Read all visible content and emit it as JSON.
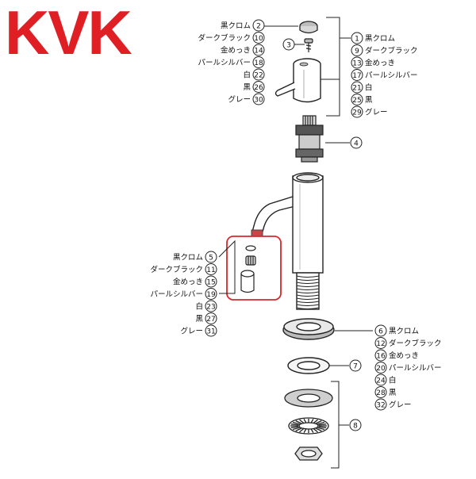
{
  "brand": {
    "logo_text": "KVK",
    "logo_color": "#e01f25",
    "highlight_color": "#d42a2a"
  },
  "groups": {
    "handle_cap": {
      "callouts": [
        {
          "num": "2",
          "label": "黒クロム"
        },
        {
          "num": "10",
          "label": "ダークブラック"
        },
        {
          "num": "14",
          "label": "金めっき"
        },
        {
          "num": "18",
          "label": "パールシルバー"
        },
        {
          "num": "22",
          "label": "白"
        },
        {
          "num": "26",
          "label": "黒"
        },
        {
          "num": "30",
          "label": "グレー"
        }
      ]
    },
    "screw": {
      "num": "3"
    },
    "handle": {
      "callouts": [
        {
          "num": "1",
          "label": "黒クロム"
        },
        {
          "num": "9",
          "label": "ダークブラック"
        },
        {
          "num": "13",
          "label": "金めっき"
        },
        {
          "num": "17",
          "label": "パールシルバー"
        },
        {
          "num": "21",
          "label": "白"
        },
        {
          "num": "25",
          "label": "黒"
        },
        {
          "num": "29",
          "label": "グレー"
        }
      ]
    },
    "cartridge": {
      "num": "4"
    },
    "spout_tip": {
      "callouts": [
        {
          "num": "5",
          "label": "黒クロム"
        },
        {
          "num": "11",
          "label": "ダークブラック"
        },
        {
          "num": "15",
          "label": "金めっき"
        },
        {
          "num": "19",
          "label": "パールシルバー"
        },
        {
          "num": "23",
          "label": "白"
        },
        {
          "num": "27",
          "label": "黒"
        },
        {
          "num": "31",
          "label": "グレー"
        }
      ]
    },
    "flange": {
      "callouts": [
        {
          "num": "6",
          "label": "黒クロム"
        },
        {
          "num": "12",
          "label": "ダークブラック"
        },
        {
          "num": "16",
          "label": "金めっき"
        },
        {
          "num": "20",
          "label": "パールシルバー"
        },
        {
          "num": "24",
          "label": "白"
        },
        {
          "num": "28",
          "label": "黒"
        },
        {
          "num": "32",
          "label": "グレー"
        }
      ]
    },
    "gasket": {
      "num": "7"
    },
    "mount_set": {
      "num": "8"
    }
  }
}
